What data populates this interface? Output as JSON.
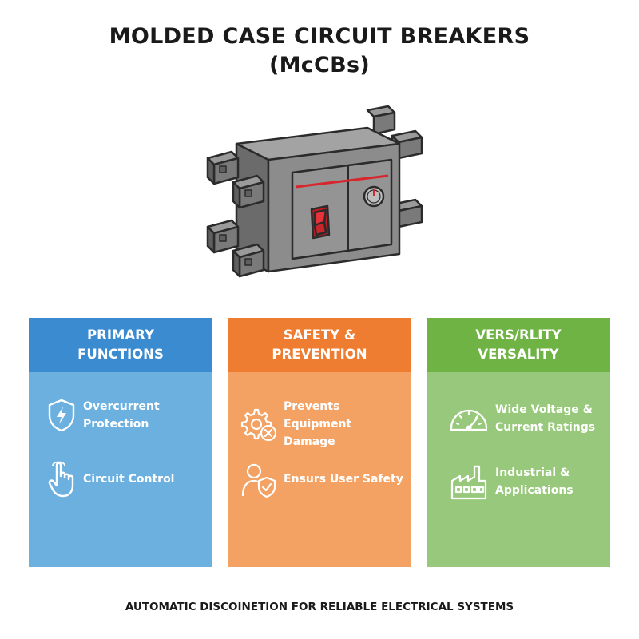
{
  "title": {
    "line1": "MOLDED CASE CIRCUIT BREAKERS",
    "line2": "(McCBs)"
  },
  "colors": {
    "primary_header": "#3a8bd0",
    "primary_body": "#6cb0e0",
    "safety_header": "#ee7d31",
    "safety_body": "#f3a263",
    "versatility_header": "#6fb344",
    "versatility_body": "#97c87b",
    "breaker_body": "#8c8c8c",
    "breaker_switch": "#d9262c"
  },
  "cards": [
    {
      "heading": [
        "PRIMARY",
        "FUNCTIONS"
      ],
      "items": [
        {
          "label": [
            "Overcurrent",
            "Protection"
          ],
          "icon": "shield-lightning-icon"
        },
        {
          "label": [
            "Circuit Control"
          ],
          "icon": "hand-pointer-icon"
        }
      ]
    },
    {
      "heading": [
        "SAFETY &",
        "PREVENTION"
      ],
      "items": [
        {
          "label": [
            "Prevents Equipment",
            "Damage"
          ],
          "icon": "gear-x-icon"
        },
        {
          "label": [
            "Ensurs User Safety"
          ],
          "icon": "user-shield-icon"
        }
      ]
    },
    {
      "heading": [
        "VERS/RLITY",
        "VERSALITY"
      ],
      "items": [
        {
          "label": [
            "Wide Voltage &",
            "Current Ratings"
          ],
          "icon": "gauge-icon"
        },
        {
          "label": [
            "Industrial &",
            "Applications"
          ],
          "icon": "factory-icon"
        }
      ]
    }
  ],
  "footer": "AUTOMATIC DISCOINETION FOR RELIABLE ELECTRICAL SYSTEMS"
}
